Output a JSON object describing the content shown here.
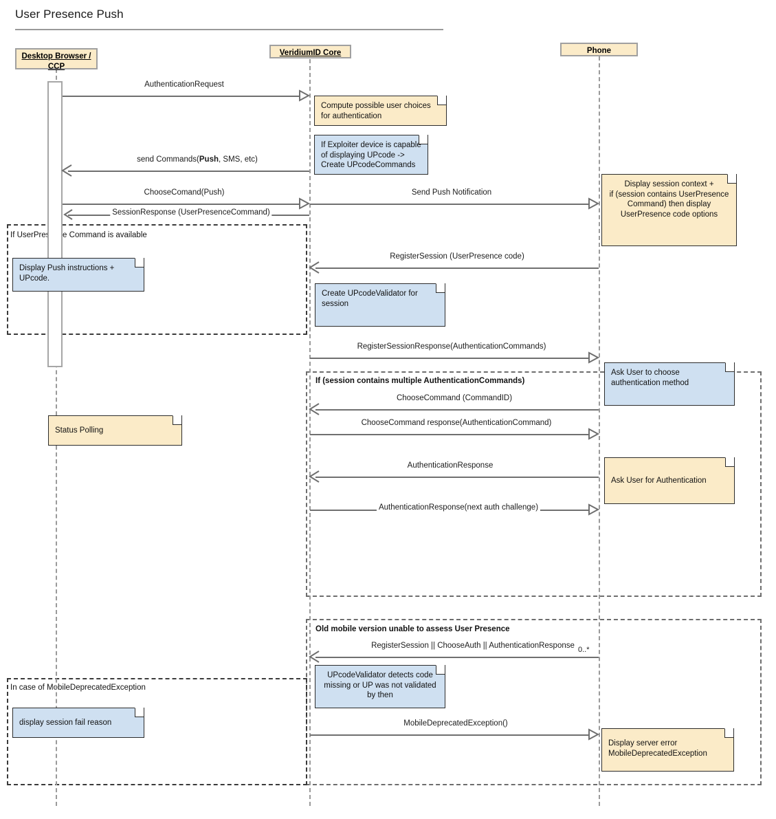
{
  "diagram": {
    "title": "User Presence Push",
    "type": "uml-sequence-diagram",
    "colors": {
      "note_yellow": "#FBEBC8",
      "note_blue": "#CFE0F1",
      "lifeline_gray": "#9A9A9A",
      "message_gray": "#6F6F6F",
      "actor_header_fill": "#FBEBC8"
    }
  },
  "actors": [
    {
      "id": "browser",
      "label_line1": "Desktop Browser /",
      "label_line2": "CCP"
    },
    {
      "id": "core",
      "label_line1": "VeridiumID Core",
      "label_line2": ""
    },
    {
      "id": "phone",
      "label_line1": "Phone",
      "label_line2": ""
    }
  ],
  "messages": [
    {
      "id": "m1",
      "label": "AuthenticationRequest",
      "from": "browser",
      "to": "core",
      "direction": "right"
    },
    {
      "id": "m2",
      "label": "send Commands(",
      "bold": "Push",
      "label_tail": ", SMS, etc)",
      "from": "core",
      "to": "browser",
      "direction": "left"
    },
    {
      "id": "m3",
      "label": "ChooseComand(Push)",
      "from": "browser",
      "to": "core",
      "direction": "right"
    },
    {
      "id": "m4",
      "label": "Send Push Notification",
      "from": "core",
      "to": "phone",
      "direction": "right"
    },
    {
      "id": "m5",
      "label": "SessionResponse (UserPresenceCommand)",
      "from": "core",
      "to": "browser",
      "direction": "left"
    },
    {
      "id": "m6",
      "label": "RegisterSession (UserPresence code)",
      "from": "phone",
      "to": "core",
      "direction": "left"
    },
    {
      "id": "m7",
      "label": "RegisterSessionResponse(AuthenticationCommands)",
      "from": "core",
      "to": "phone",
      "direction": "right"
    },
    {
      "id": "m8",
      "label": "ChooseCommand (CommandID)",
      "from": "phone",
      "to": "core",
      "direction": "left"
    },
    {
      "id": "m9",
      "label": "ChooseCommand response(AuthenticationCommand)",
      "from": "core",
      "to": "phone",
      "direction": "right"
    },
    {
      "id": "m10",
      "label": "AuthenticationResponse",
      "from": "phone",
      "to": "core",
      "direction": "left"
    },
    {
      "id": "m11",
      "label": "AuthenticationResponse(next auth challenge)",
      "from": "core",
      "to": "phone",
      "direction": "right"
    },
    {
      "id": "m12",
      "label": "RegisterSession || ChooseAuth || AuthenticationResponse",
      "from": "phone",
      "to": "core",
      "direction": "left",
      "multiplicity": "0..*"
    },
    {
      "id": "m13",
      "label": "MobileDeprecatedException()",
      "from": "core",
      "to": "phone",
      "direction": "right"
    }
  ],
  "notes": [
    {
      "id": "n1",
      "color": "yellow",
      "lines": [
        "Compute possible user choices",
        "for authentication"
      ]
    },
    {
      "id": "n2",
      "color": "blue",
      "lines": [
        "If Exploiter device is capable",
        "of displaying UPcode ->",
        "Create UPcodeCommands"
      ]
    },
    {
      "id": "n3",
      "color": "yellow",
      "lines": [
        "Display session context +",
        "if (session contains UserPresence",
        "Command) then display",
        "UserPresence code options"
      ]
    },
    {
      "id": "n4",
      "color": "blue",
      "lines": [
        "Display Push instructions +",
        "UPcode."
      ]
    },
    {
      "id": "n5",
      "color": "blue",
      "lines": [
        "Create UPcodeValidator for",
        "session"
      ]
    },
    {
      "id": "n6",
      "color": "yellow",
      "lines": [
        "Status Polling"
      ]
    },
    {
      "id": "n7",
      "color": "blue",
      "lines": [
        "Ask User to choose",
        "authentication method"
      ]
    },
    {
      "id": "n8",
      "color": "yellow",
      "lines": [
        "Ask User for Authentication"
      ]
    },
    {
      "id": "n9",
      "color": "blue",
      "lines": [
        "UPcodeValidator detects code",
        "missing or UP was not validated",
        "by then"
      ]
    },
    {
      "id": "n10",
      "color": "blue",
      "lines": [
        "display session fail reason"
      ]
    },
    {
      "id": "n11",
      "color": "yellow",
      "lines": [
        "Display server error",
        "MobileDeprecatedException"
      ]
    }
  ],
  "fragments": [
    {
      "id": "f1",
      "label": "If UserPresence Command is available",
      "bold": false
    },
    {
      "id": "f2",
      "label": "If (session contains multiple AuthenticationCommands)",
      "bold": true
    },
    {
      "id": "f3",
      "label": "Old mobile version unable to assess User Presence",
      "bold": true
    },
    {
      "id": "f4",
      "label": "In case of MobileDeprecatedException",
      "bold": false
    }
  ]
}
